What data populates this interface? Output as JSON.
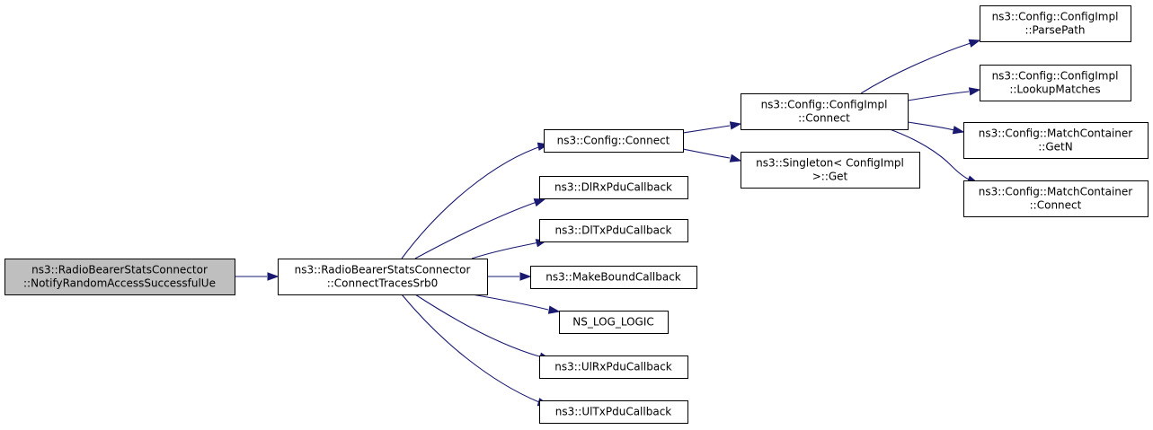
{
  "colors": {
    "edge": "#191970",
    "node_fill": "#ffffff",
    "focus_fill": "#bfbfbf",
    "node_border": "#000000"
  },
  "nodes": [
    {
      "id": "n0",
      "lines": [
        "ns3::RadioBearerStatsConnector",
        "::NotifyRandomAccessSuccessfulUe"
      ],
      "focus": true
    },
    {
      "id": "n1",
      "lines": [
        "ns3::RadioBearerStatsConnector",
        "::ConnectTracesSrb0"
      ]
    },
    {
      "id": "n2",
      "lines": [
        "ns3::Config::Connect"
      ]
    },
    {
      "id": "n3",
      "lines": [
        "ns3::DlRxPduCallback"
      ]
    },
    {
      "id": "n4",
      "lines": [
        "ns3::DlTxPduCallback"
      ]
    },
    {
      "id": "n5",
      "lines": [
        "ns3::MakeBoundCallback"
      ]
    },
    {
      "id": "n6",
      "lines": [
        "NS_LOG_LOGIC"
      ]
    },
    {
      "id": "n7",
      "lines": [
        "ns3::UlRxPduCallback"
      ]
    },
    {
      "id": "n8",
      "lines": [
        "ns3::UlTxPduCallback"
      ]
    },
    {
      "id": "n9",
      "lines": [
        "ns3::Config::ConfigImpl",
        "::Connect"
      ]
    },
    {
      "id": "n10",
      "lines": [
        "ns3::Singleton< ConfigImpl",
        " >::Get"
      ]
    },
    {
      "id": "n11",
      "lines": [
        "ns3::Config::ConfigImpl",
        "::ParsePath"
      ]
    },
    {
      "id": "n12",
      "lines": [
        "ns3::Config::ConfigImpl",
        "::LookupMatches"
      ]
    },
    {
      "id": "n13",
      "lines": [
        "ns3::Config::MatchContainer",
        "::GetN"
      ]
    },
    {
      "id": "n14",
      "lines": [
        "ns3::Config::MatchContainer",
        "::Connect"
      ]
    }
  ],
  "edges": [
    {
      "from": "n0",
      "to": "n1"
    },
    {
      "from": "n1",
      "to": "n2"
    },
    {
      "from": "n1",
      "to": "n3"
    },
    {
      "from": "n1",
      "to": "n4"
    },
    {
      "from": "n1",
      "to": "n5"
    },
    {
      "from": "n1",
      "to": "n6"
    },
    {
      "from": "n1",
      "to": "n7"
    },
    {
      "from": "n1",
      "to": "n8"
    },
    {
      "from": "n2",
      "to": "n9"
    },
    {
      "from": "n2",
      "to": "n10"
    },
    {
      "from": "n9",
      "to": "n11"
    },
    {
      "from": "n9",
      "to": "n12"
    },
    {
      "from": "n9",
      "to": "n13"
    },
    {
      "from": "n9",
      "to": "n14"
    }
  ]
}
